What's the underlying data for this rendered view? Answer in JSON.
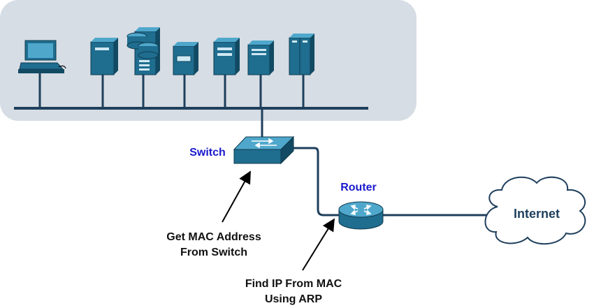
{
  "labels": {
    "switch": "Switch",
    "router": "Router",
    "internet": "Internet",
    "annotation_switch_line1": "Get MAC Address",
    "annotation_switch_line2": "From Switch",
    "annotation_router_line1": "Find IP From MAC",
    "annotation_router_line2": "Using ARP"
  },
  "colors": {
    "lan_zone": "#d6dde4",
    "device": "#1f6d8f",
    "device_dark": "#124a63",
    "link": "#1f3f5c"
  }
}
